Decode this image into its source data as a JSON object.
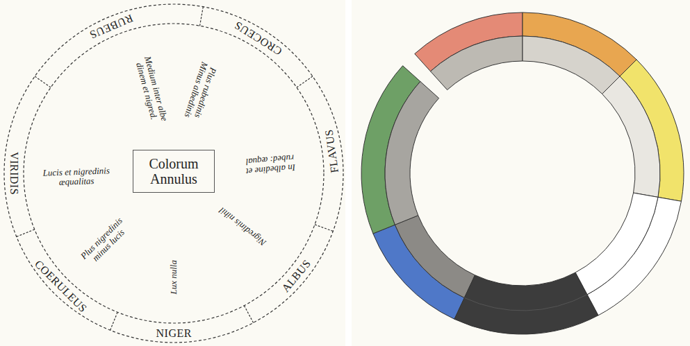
{
  "diagram": {
    "nodes": [
      {
        "text": [
          "Colorum Annulus"
        ]
      }
    ],
    "labels": [
      "RUBEUS",
      "CROCEUS",
      "FLAVUS",
      "ALBUS",
      "NIGER",
      "COERULEUS",
      "VIRIDIS",
      "Medium inter albe dinem et nigred.",
      "Plus rubedinis Minus albedinis",
      "In albedine et rubed: æqual",
      "Nigredinis nihil",
      "Lux nulla",
      "Plus nigredinis minus lucis",
      "Lucis et nigredinis æqualitas"
    ]
  }
}
